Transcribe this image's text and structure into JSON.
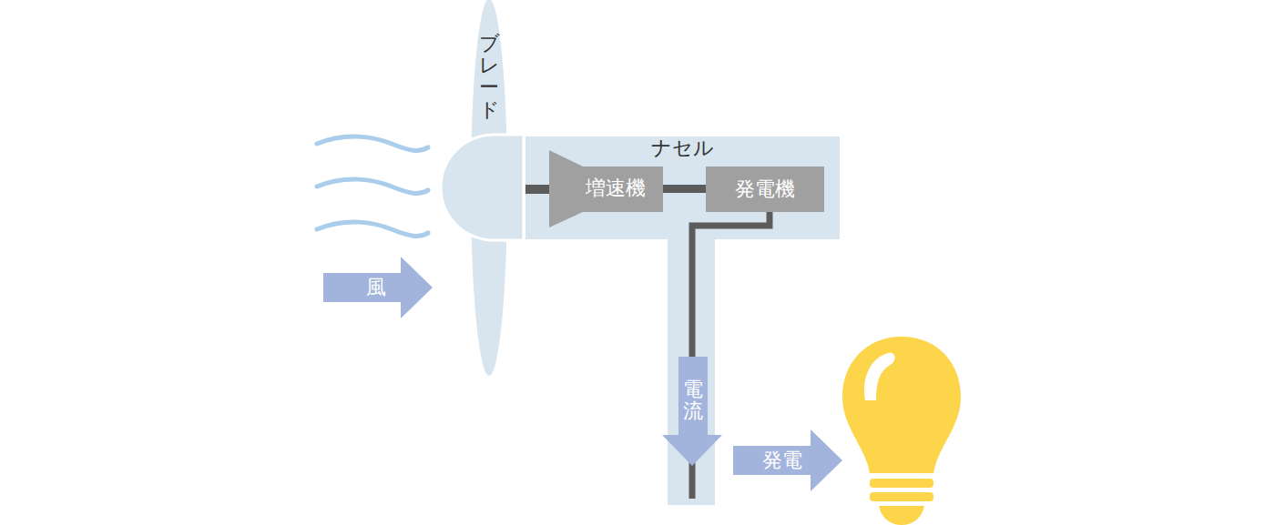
{
  "diagram": {
    "nodes": [
      {
        "text": [
          "ナセル"
        ]
      },
      {
        "text": [
          "増速機"
        ],
        "in": 0
      },
      {
        "text": [
          "発電機"
        ],
        "in": 0
      }
    ],
    "edges": [
      {
        "from": 1,
        "to": 2,
        "arrow": "none"
      }
    ],
    "labels": [
      "ブレード",
      "風",
      "電流",
      "発電"
    ]
  }
}
